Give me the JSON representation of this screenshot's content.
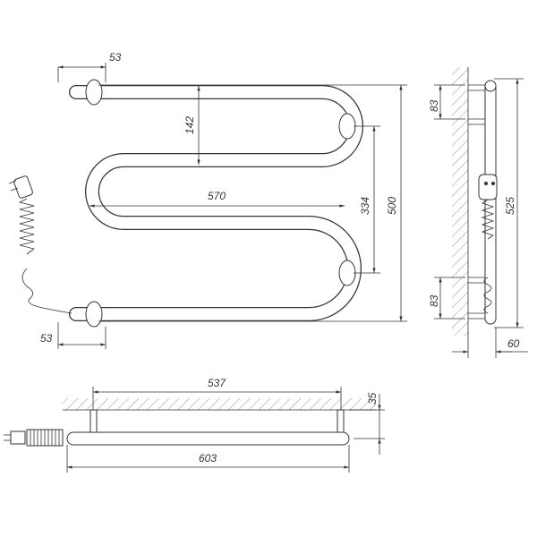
{
  "dimensions": {
    "front_top_offset": "53",
    "front_bottom_offset": "53",
    "upper_pitch": "142",
    "inner_width": "570",
    "bracket_spacing": "334",
    "total_height": "500",
    "side_top_bracket": "83",
    "side_bottom_bracket": "83",
    "side_height": "525",
    "side_depth": "60",
    "bottom_bracket_width": "537",
    "bottom_wall_gap": "35",
    "bottom_total_width": "603"
  }
}
